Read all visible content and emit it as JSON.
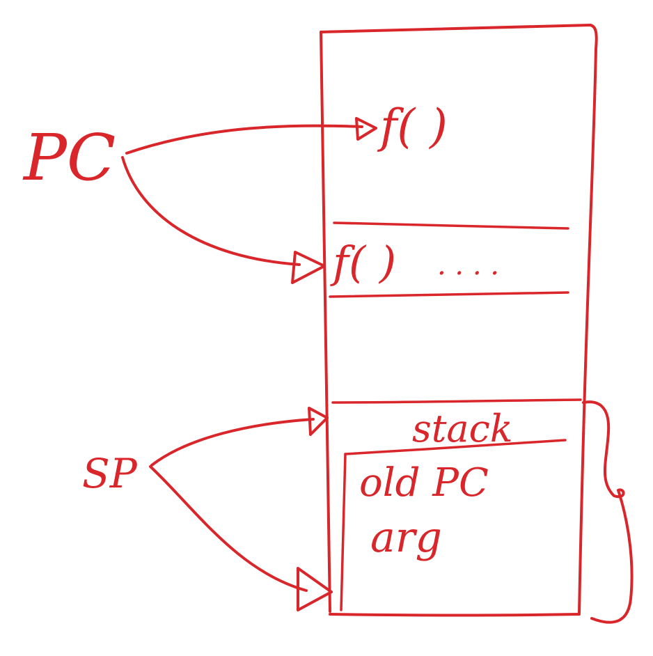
{
  "labels": {
    "pc": "PC",
    "sp": "SP",
    "f_top": "f( )",
    "f_mid": "f( )",
    "f_mid_dots": ". . . .",
    "stack": "stack",
    "old_pc": "old PC",
    "arg": "arg"
  },
  "colors": {
    "ink": "#d9262b",
    "background": "#ffffff"
  }
}
